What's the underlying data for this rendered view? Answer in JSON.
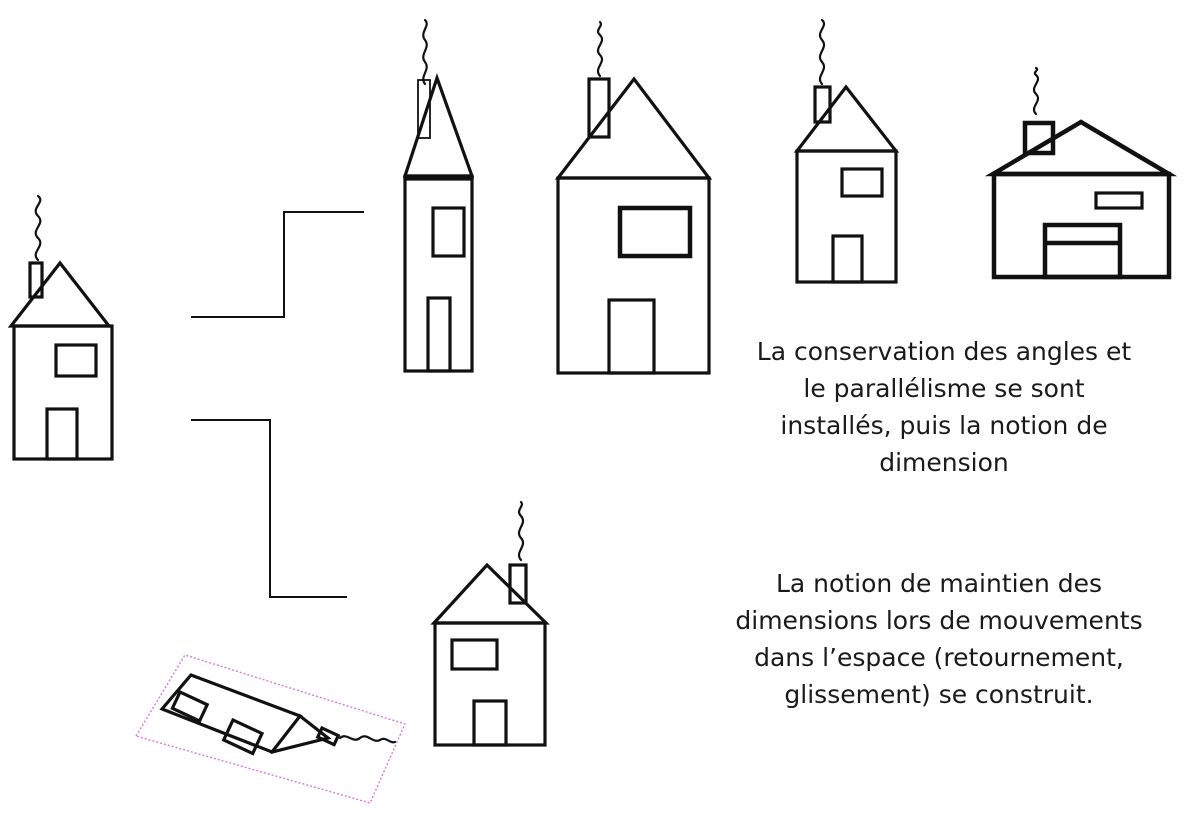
{
  "captions": {
    "top": {
      "lines": [
        "La conservation des angles et",
        "le parallélisme se  sont",
        "installés, puis la notion de",
        "dimension"
      ]
    },
    "bottom": {
      "lines": [
        "La notion de maintien des",
        "dimensions lors de mouvements",
        "dans l’espace (retournement,",
        "glissement) se construit."
      ]
    }
  },
  "colors": {
    "ink": "#111111",
    "frame": "#d67ad6",
    "background": "#ffffff"
  }
}
